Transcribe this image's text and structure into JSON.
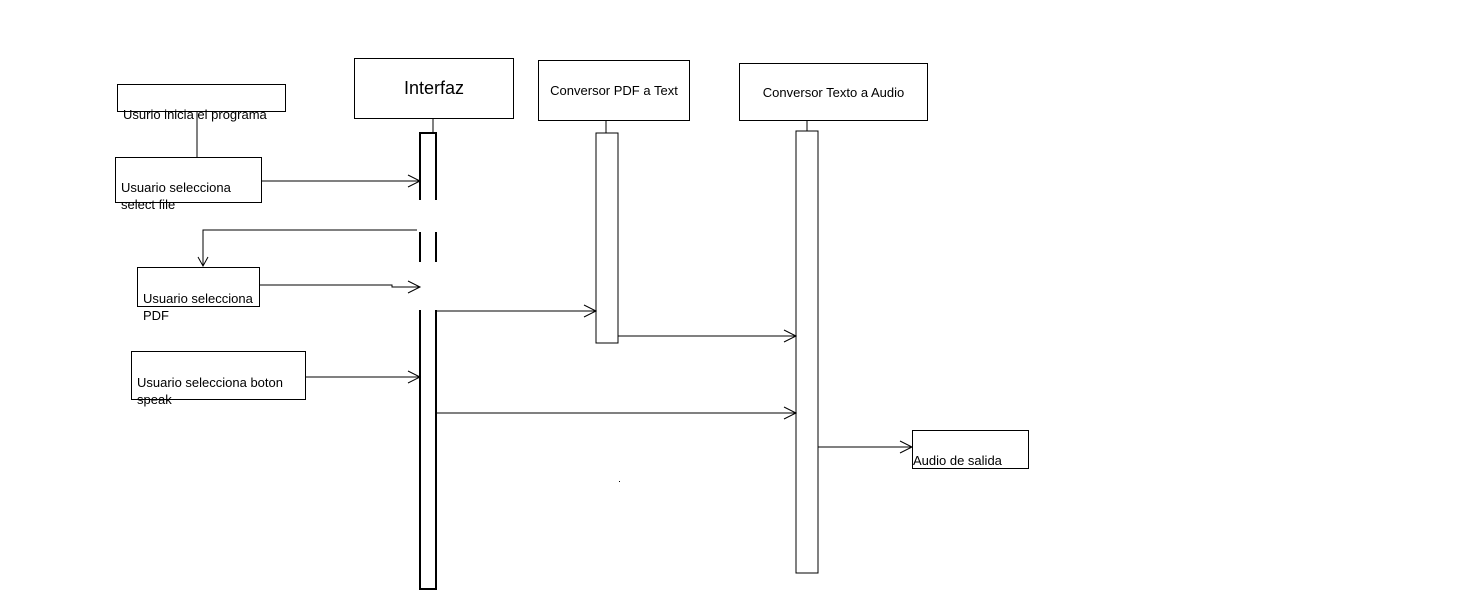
{
  "lifelines": {
    "interfaz": "Interfaz",
    "conversor_pdf": "Conversor PDF a Text",
    "conversor_audio": "Conversor Texto a Audio"
  },
  "notes": {
    "inicia": "Usurio inicia el programa",
    "select_file": "Usuario selecciona\nselect file",
    "pdf": "Usuario selecciona\nPDF",
    "speak": "Usuario selecciona boton\nspeak",
    "audio_salida": "Audio de salida"
  }
}
